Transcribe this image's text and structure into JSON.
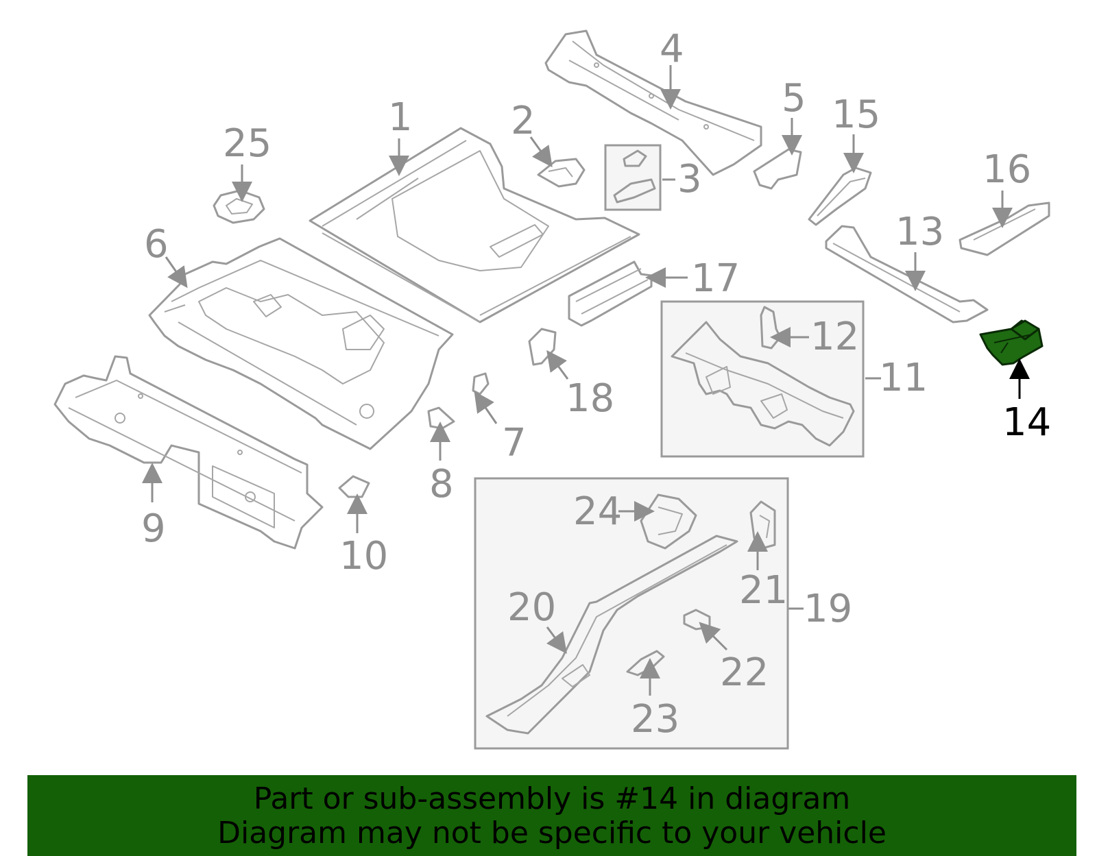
{
  "diagram": {
    "highlighted_part": "14",
    "highlight_color": "#1e6b12",
    "callouts": [
      "1",
      "2",
      "3",
      "4",
      "5",
      "6",
      "7",
      "8",
      "9",
      "10",
      "11",
      "12",
      "13",
      "14",
      "15",
      "16",
      "17",
      "18",
      "19",
      "20",
      "21",
      "22",
      "23",
      "24",
      "25"
    ]
  },
  "banner": {
    "background_color": "#146006",
    "line1": "Part or sub-assembly is #14 in diagram",
    "line2": "Diagram may not be specific to your vehicle"
  }
}
